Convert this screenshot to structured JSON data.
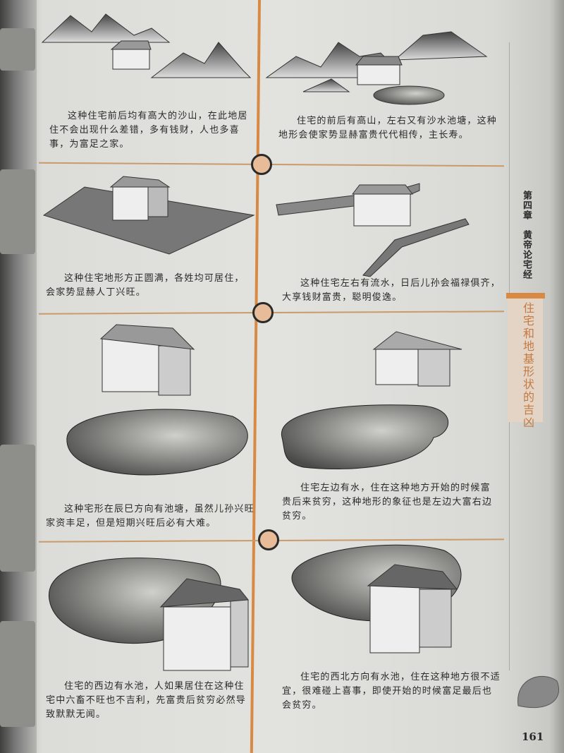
{
  "sidebar": {
    "chapter": "第四章　黄帝论宅经",
    "section": "住宅和地基形状的吉凶"
  },
  "page_number": "161",
  "accent_color": "#d88a45",
  "panels": [
    {
      "caption": "这种住宅前后均有高大的沙山，在此地居住不会出现什么差错，多有钱财，人也多喜事，为富足之家。"
    },
    {
      "caption": "住宅的前后有高山，左右又有沙水池塘，这种地形会使家势显赫富贵代代相传，主长寿。"
    },
    {
      "caption": "这种住宅地形方正圆满，各姓均可居住，会家势显赫人丁兴旺。"
    },
    {
      "caption": "这种住宅左右有流水，日后儿孙会福禄俱齐，大享钱财富贵，聪明俊逸。"
    },
    {
      "caption": "这种宅形在辰巳方向有池塘，虽然儿孙兴旺家资丰足，但是短期兴旺后必有大难。"
    },
    {
      "caption": "住宅左边有水，住在这种地方开始的时候富贵后来贫穷，这种地形的象征也是左边大富右边贫穷。"
    },
    {
      "caption": "住宅的西边有水池，人如果居住在这种住宅中六畜不旺也不吉利，先富贵后贫穷必然导致默默无闻。"
    },
    {
      "caption": "住宅的西北方向有水池，住在这种地方很不适宜，很难碰上喜事，即使开始的时候富足最后也会贫穷。"
    }
  ]
}
